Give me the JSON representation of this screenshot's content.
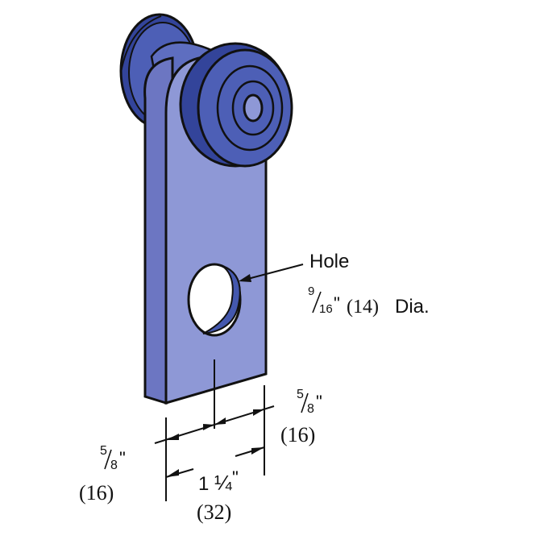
{
  "colors": {
    "body": "#8e98d6",
    "body_dark": "#6c76c2",
    "wheel": "#4d5fb6",
    "wheel_dark": "#33449a",
    "hole_shadow": "#4458ae",
    "line": "#111111"
  },
  "callouts": {
    "hole_title": "Hole",
    "hole_frac_num": "9",
    "hole_frac_den": "16",
    "hole_frac_suffix": "\"",
    "hole_metric": "(14)",
    "hole_suffix": "Dia.",
    "right_frac_num": "5",
    "right_frac_den": "8",
    "right_frac_suffix": "\"",
    "right_metric": "(16)",
    "left_frac_num": "5",
    "left_frac_den": "8",
    "left_frac_suffix": "\"",
    "left_metric": "(16)",
    "width_whole": "1",
    "width_frac": "¼",
    "width_suffix": "\"",
    "width_metric": "(32)"
  },
  "icons": {
    "roller": "roller-wheel-icon",
    "hanger": "hanger-plate-icon"
  }
}
